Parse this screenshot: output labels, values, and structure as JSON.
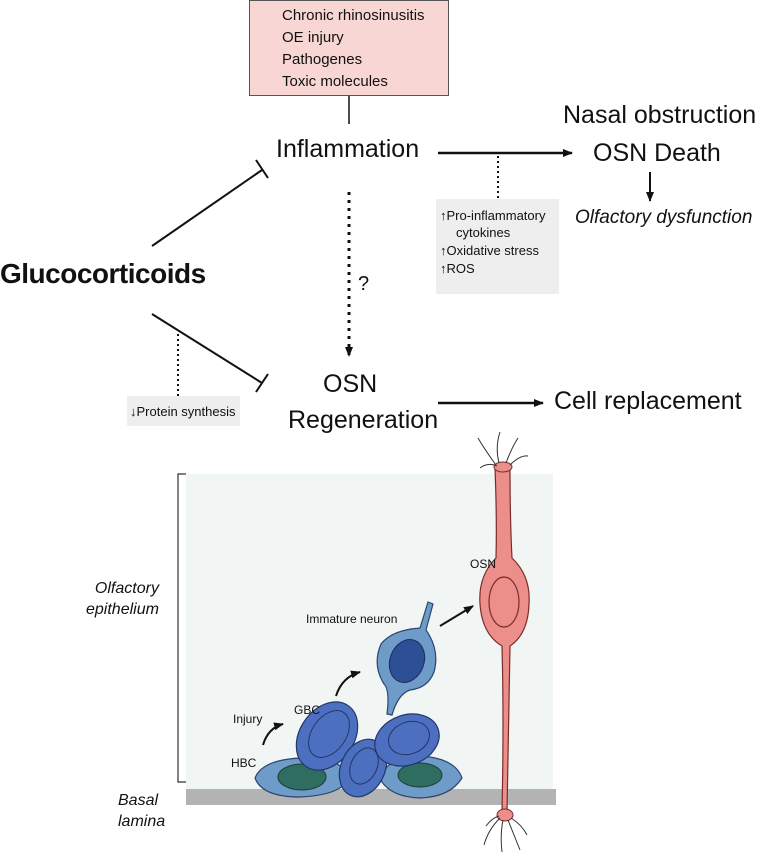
{
  "causes": [
    "Chronic rhinosinusitis",
    "OE injury",
    "Pathogenes",
    "Toxic molecules"
  ],
  "inflammation": "Inflammation",
  "outcome_top": [
    "Nasal obstruction",
    "OSN Death"
  ],
  "dysfunction": "Olfactory dysfunction",
  "mediators": [
    "Pro-inflammatory",
    "cytokines",
    "Oxidative stress",
    "ROS"
  ],
  "glucocorticoids": "Glucocorticoids",
  "question": "?",
  "regeneration": [
    "OSN",
    "Regeneration"
  ],
  "cell_replacement": "Cell replacement",
  "protein_synthesis": "Protein synthesis",
  "tissue_labels": {
    "olfactory_epithelium": [
      "Olfactory",
      "epithelium"
    ],
    "basal_lamina": [
      "Basal",
      "lamina"
    ]
  },
  "cell_labels": {
    "osn": "OSN",
    "immature_neuron": "Immature neuron",
    "gbc": "GBC",
    "injury": "Injury",
    "hbc": "HBC"
  },
  "colors": {
    "causes_fill": "#f8d6d3",
    "epithelium_fill": "#f1f5f3",
    "lamina_fill": "#b3b3b3",
    "osn_fill": "#ec8f8b",
    "gbc_fill": "#4d6fbf",
    "immature_fill": "#6f9bc9",
    "hbc_fill": "#6f9bc9",
    "hbc_nucleus": "#2f6d61"
  }
}
